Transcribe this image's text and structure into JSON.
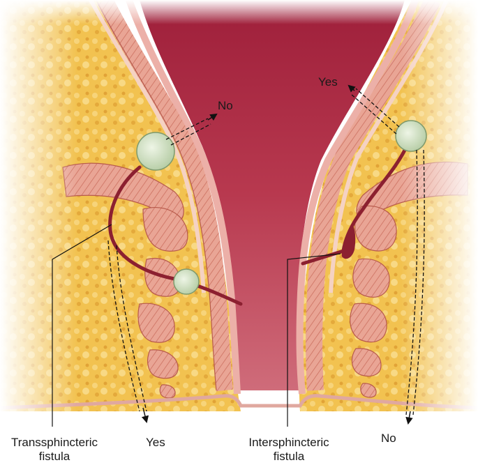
{
  "labels": {
    "no_left": "No",
    "yes_right": "Yes",
    "yes_bottom": "Yes",
    "no_bottom": "No",
    "transsphincteric_line1": "Transsphincteric",
    "transsphincteric_line2": "fistula",
    "intersphincteric_line1": "Intersphincteric",
    "intersphincteric_line2": "fistula"
  },
  "colors": {
    "fat": "#f2c250",
    "fat_dark": "#d79a2c",
    "lumen": "#b23247",
    "lumen_light": "#d06e7c",
    "mucosa": "#e9a39b",
    "muscle": "#e79e8f",
    "muscle_stripe": "#c96a5d",
    "tract": "#8c2030",
    "abscess": "#d6e6c8",
    "line": "#111111"
  }
}
